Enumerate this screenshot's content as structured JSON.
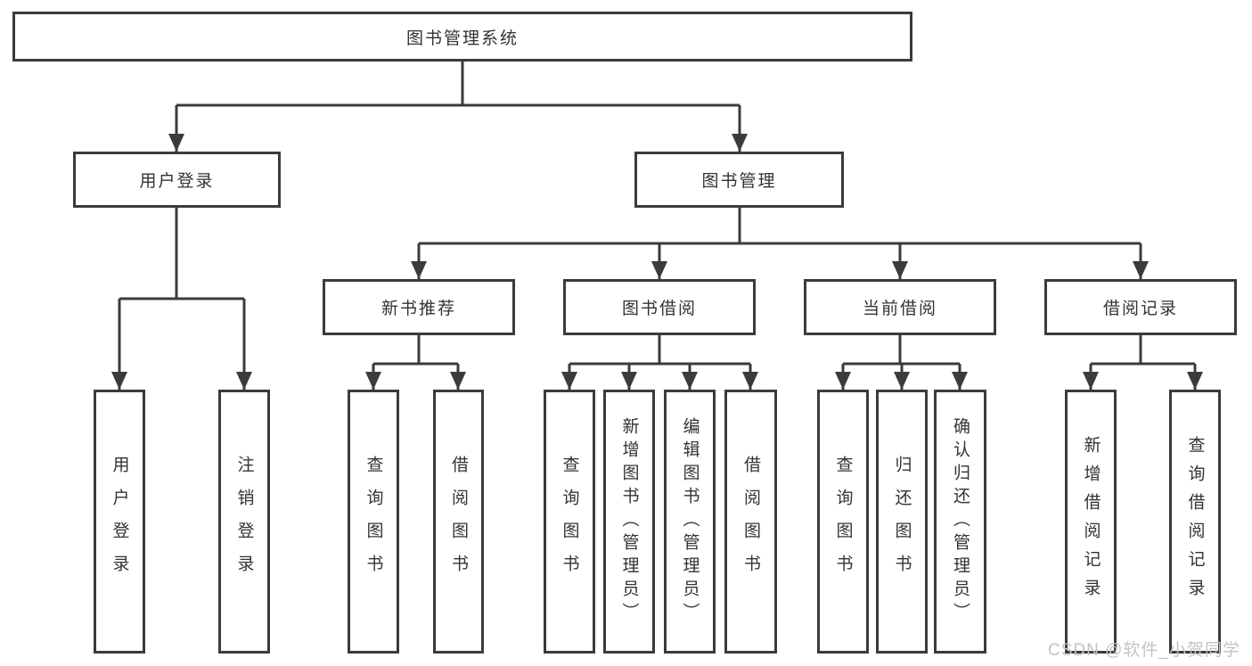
{
  "tree": {
    "root": {
      "label": "图书管理系统"
    },
    "branches": [
      {
        "label": "用户登录",
        "children": [
          {
            "label": "用户登录"
          },
          {
            "label": "注销登录"
          }
        ]
      },
      {
        "label": "图书管理",
        "children": [
          {
            "label": "新书推荐",
            "children": [
              {
                "label": "查询图书"
              },
              {
                "label": "借阅图书"
              }
            ]
          },
          {
            "label": "图书借阅",
            "children": [
              {
                "label": "查询图书"
              },
              {
                "label": "新增图书（管理员）"
              },
              {
                "label": "编辑图书（管理员）"
              },
              {
                "label": "借阅图书"
              }
            ]
          },
          {
            "label": "当前借阅",
            "children": [
              {
                "label": "查询图书"
              },
              {
                "label": "归还图书"
              },
              {
                "label": "确认归还（管理员）"
              }
            ]
          },
          {
            "label": "借阅记录",
            "children": [
              {
                "label": "新增借阅记录"
              },
              {
                "label": "查询借阅记录"
              }
            ]
          }
        ]
      }
    ]
  },
  "watermark": "CSDN @软件_小贺同学",
  "colors": {
    "line": "#3b3b3b",
    "text": "#333333",
    "watermark": "#c3c3c3",
    "background": "#ffffff"
  }
}
